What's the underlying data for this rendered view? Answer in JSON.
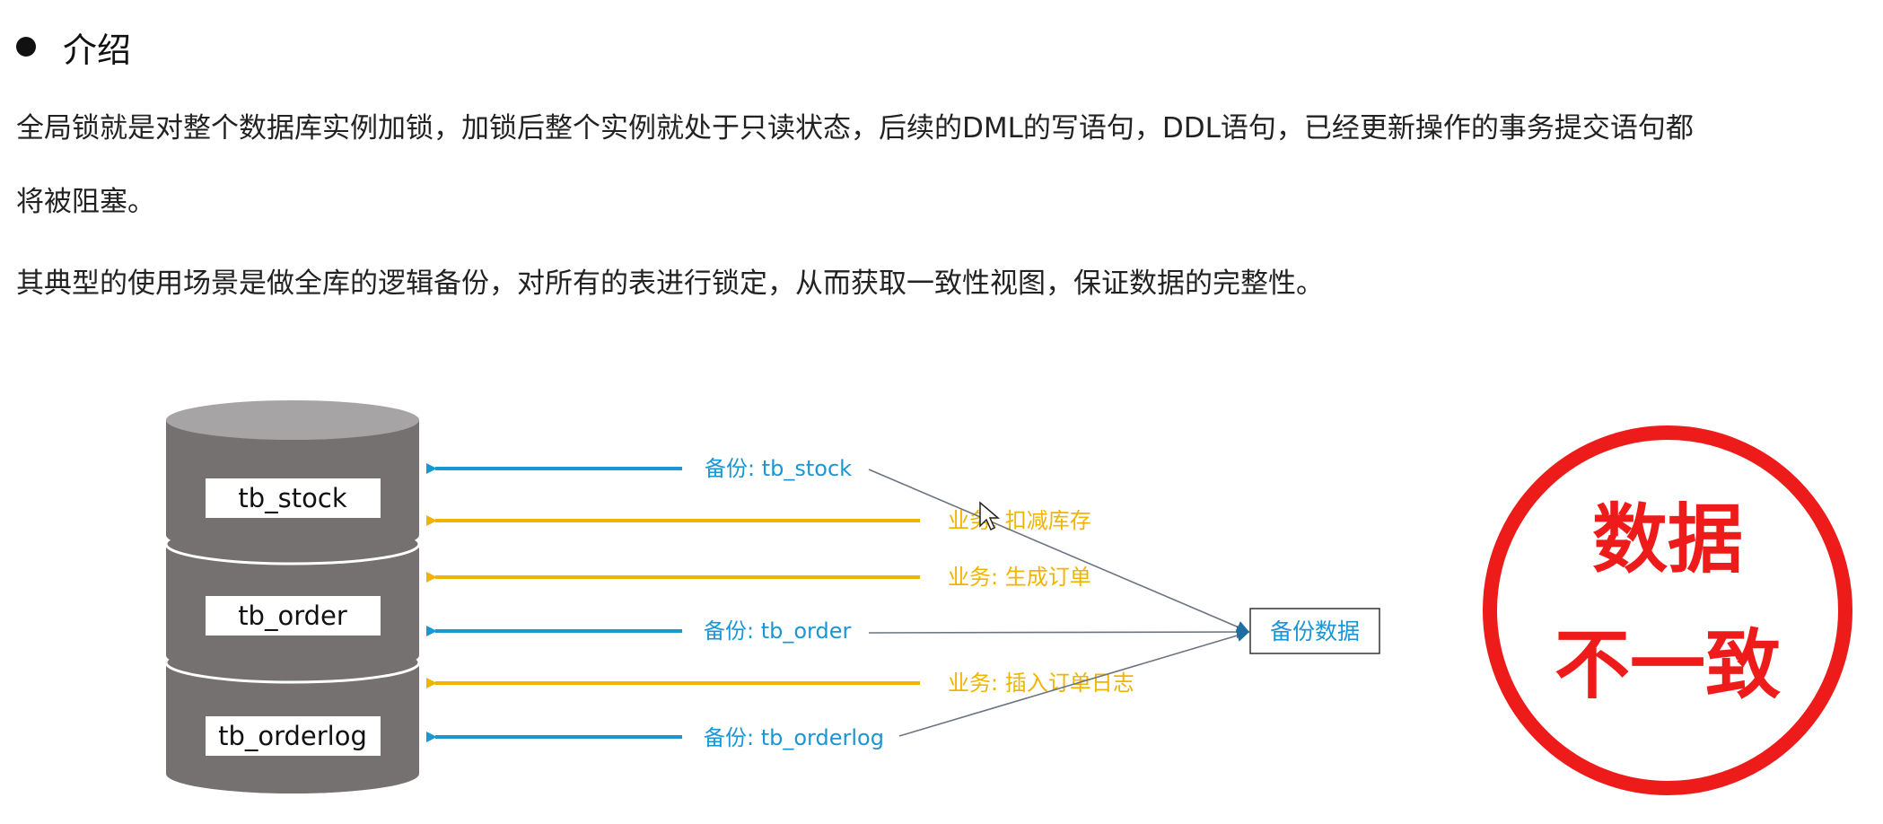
{
  "heading": "介绍",
  "paragraphs": {
    "p1_line1": "全局锁就是对整个数据库实例加锁，加锁后整个实例就处于只读状态，后续的DML的写语句，DDL语句，已经更新操作的事务提交语句都",
    "p1_line2": "将被阻塞。",
    "p2": "其典型的使用场景是做全库的逻辑备份，对所有的表进行锁定，从而获取一致性视图，保证数据的完整性。"
  },
  "diagram": {
    "tables": [
      "tb_stock",
      "tb_order",
      "tb_orderlog"
    ],
    "arrows": [
      {
        "kind": "backup",
        "label": "备份: tb_stock"
      },
      {
        "kind": "business",
        "label": "业务: 扣减库存"
      },
      {
        "kind": "business",
        "label": "业务: 生成订单"
      },
      {
        "kind": "backup",
        "label": "备份: tb_order"
      },
      {
        "kind": "business",
        "label": "业务: 插入订单日志"
      },
      {
        "kind": "backup",
        "label": "备份: tb_orderlog"
      }
    ],
    "target_label": "备份数据",
    "stamp": {
      "line1": "数据",
      "line2": "不一致"
    },
    "colors": {
      "backup": "#1a96d4",
      "business": "#f0b400",
      "cylinder_body": "#767171",
      "cylinder_top": "#a7a4a6",
      "stamp": "#ee1b1b",
      "connector": "#6b7480"
    }
  }
}
